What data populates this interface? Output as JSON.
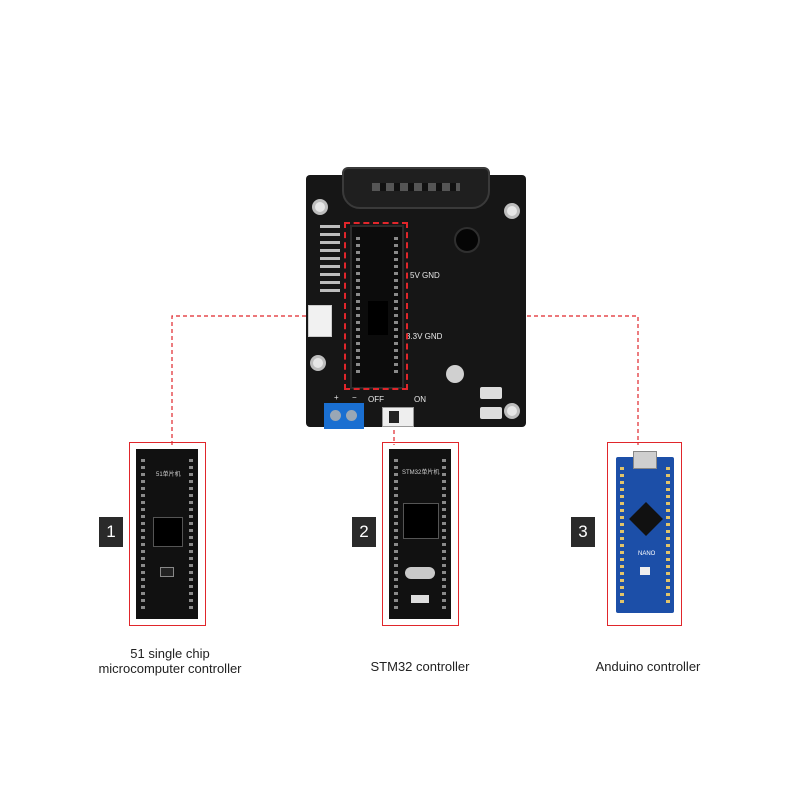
{
  "board": {
    "label_5v": "5V GND",
    "label_33v": "3.3V GND",
    "label_off": "OFF",
    "label_on": "ON",
    "label_plus": "+",
    "label_minus": "−"
  },
  "controllers": [
    {
      "number": "1",
      "chip_label": "51单片机",
      "caption_line1": "51 single chip",
      "caption_line2": "microcomputer controller"
    },
    {
      "number": "2",
      "chip_label": "STM32单片机",
      "caption_line1": "STM32 controller",
      "caption_line2": ""
    },
    {
      "number": "3",
      "chip_label": "NANO",
      "caption_line1": "Anduino controller",
      "caption_line2": ""
    }
  ],
  "colors": {
    "frame": "#e0262b",
    "board": "#161616",
    "arduino_blue": "#1c4fa8",
    "terminal_blue": "#1a6fd1"
  }
}
